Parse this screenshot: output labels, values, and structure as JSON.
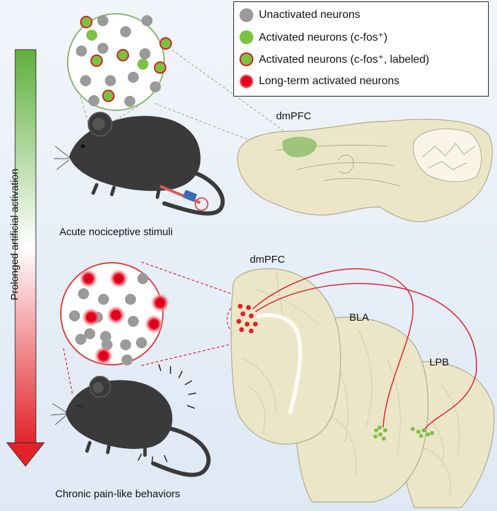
{
  "legend": {
    "items": [
      {
        "label": "Unactivated neurons",
        "color": "#9a9a9a",
        "ring": "none"
      },
      {
        "label": "Activated neurons (c-fos⁺)",
        "color": "#7cc242",
        "ring": "none"
      },
      {
        "label": "Activated neurons (c-fos⁺, labeled)",
        "color": "#7cc242",
        "ring": "#d32020"
      },
      {
        "label": "Long-term activated neurons",
        "color": "#e0001b",
        "ring": "glow"
      }
    ]
  },
  "labels": {
    "top_region": "dmPFC",
    "bottom_region": "dmPFC",
    "bla": "BLA",
    "lpb": "LPB",
    "acute": "Acute nociceptive stimuli",
    "chronic": "Chronic pain-like behaviors",
    "arrow": "Prolonged artificial activation"
  },
  "colors": {
    "arrow_top": "#5fae3c",
    "arrow_bottom": "#e3222a",
    "brain": "#ece6c8",
    "mouse": "#3a3a3d",
    "projection": "#e0202a"
  }
}
